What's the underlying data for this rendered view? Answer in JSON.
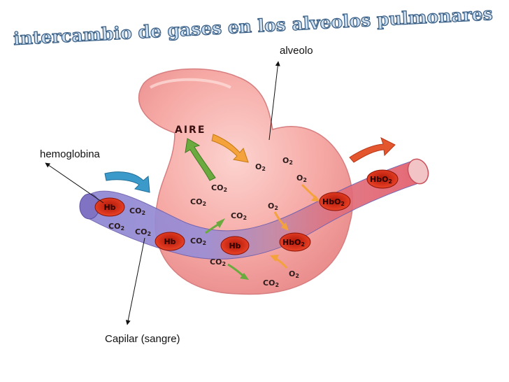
{
  "title": "intercambio de gases en los alveolos pulmonares",
  "labels": {
    "alveolo": "alveolo",
    "hemoglobina": "hemoglobina",
    "capilar": "Capilar (sangre)",
    "aire": "AIRE"
  },
  "gas": {
    "co2": "CO",
    "o2": "O",
    "sub": "2"
  },
  "cells": {
    "hb": "Hb",
    "hbo2_main": "HbO",
    "sub": "2"
  },
  "colors": {
    "alveolus": "#f5a8a5",
    "capillary_blue": "#9a8fd6",
    "capillary_red": "#e06c78",
    "rbc": "#d92a14",
    "arrow_green": "#6aaa3e",
    "arrow_orange": "#f3a23c",
    "arrow_blue": "#3b9ac9",
    "arrow_red": "#e4572e"
  }
}
